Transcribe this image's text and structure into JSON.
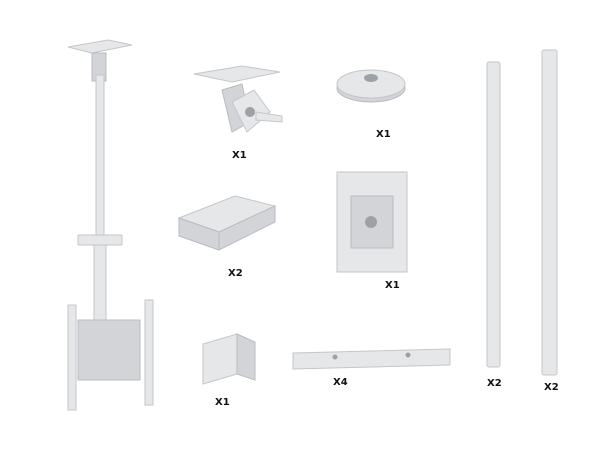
{
  "parts": [
    {
      "name": "ceiling-tv-mount-assembled",
      "label": ""
    },
    {
      "name": "ceiling-bracket",
      "label": "X1"
    },
    {
      "name": "ceiling-cover-plate",
      "label": "X1"
    },
    {
      "name": "cable-cover-clip",
      "label": "X2"
    },
    {
      "name": "tilt-head",
      "label": "X1"
    },
    {
      "name": "pole-clamp",
      "label": "X1"
    },
    {
      "name": "vesa-arm",
      "label": "X4"
    },
    {
      "name": "extension-pole-short",
      "label": "X2"
    },
    {
      "name": "extension-pole-long",
      "label": "X2"
    }
  ],
  "colors": {
    "metal": "#e6e7e9",
    "edge": "#c4c6ca",
    "label": "#111111"
  }
}
